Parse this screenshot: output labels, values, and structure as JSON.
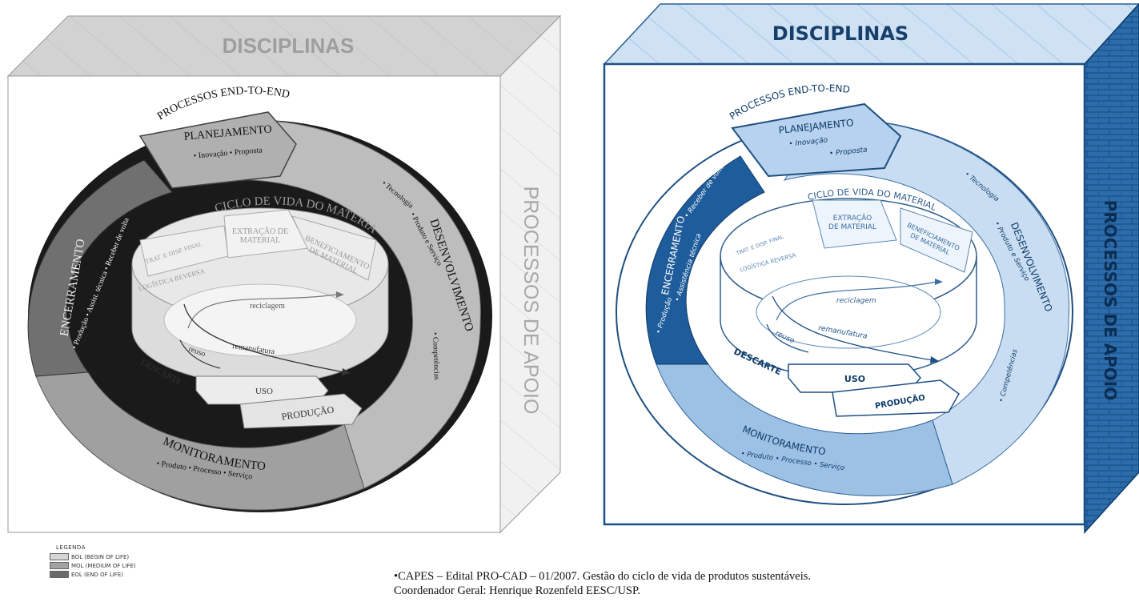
{
  "left": {
    "disciplinas": "DISCIPLINAS",
    "processos_apoio": "PROCESSOS DE APOIO",
    "end_to_end": "PROCESSOS END-TO-END",
    "planejamento": {
      "title": "PLANEJAMENTO",
      "items": "• Inovação • Proposta"
    },
    "desenvolvimento": {
      "title": "DESENVOLVIMENTO",
      "item1": "• Tecnologia",
      "item2": "• Produto e Serviço",
      "item3": "• Competências"
    },
    "encerramento": {
      "title": "ENCERRAMENTO",
      "items": "• Produção • Assist. técnica • Receber de volta"
    },
    "monitoramento": {
      "title": "MONITORAMENTO",
      "items": "• Produto   • Processo   • Serviço"
    },
    "ciclo": "CICLO DE VIDA DO MATERIAL",
    "extracao": [
      "EXTRAÇÃO DE",
      "MATERIAL"
    ],
    "beneficiamento": [
      "BENEFICIAMENTO",
      "DE MATERIAL"
    ],
    "trat": "TRAT. E DISP. FINAL",
    "logistica": "LOGÍSTICA REVERSA",
    "reciclagem": "reciclagem",
    "reuso": "reuso",
    "remanufatura": "remanufatura",
    "descarte": "DESCARTE",
    "uso": "USO",
    "producao": "PRODUÇÃO"
  },
  "right": {
    "disciplinas": "DISCIPLINAS",
    "processos_apoio": "PROCESSOS DE APOIO",
    "end_to_end": "PROCESSOS END-TO-END",
    "planejamento": {
      "title": "PLANEJAMENTO",
      "item1": "• Inovação",
      "item2": "• Proposta"
    },
    "desenvolvimento": {
      "title": "DESENVOLVIMENTO",
      "item1": "• Tecnologia",
      "item2": "• Produto e Serviço",
      "item3": "• Competências"
    },
    "encerramento": {
      "title": "ENCERRAMENTO",
      "item1": "• Produção",
      "item2": "• Assistência técnica",
      "item3": "• Receber de volta"
    },
    "monitoramento": {
      "title": "MONITORAMENTO",
      "items": "• Produto   • Processo   • Serviço"
    },
    "ciclo": "CICLO DE VIDA DO MATERIAL",
    "extracao": [
      "EXTRAÇÃO",
      "DE MATERIAL"
    ],
    "beneficiamento": [
      "BENEFICIAMENTO",
      "DE MATERIAL"
    ],
    "trat": "TRAT. E DISP. FINAL",
    "logistica": "LOGÍSTICA REVERSA",
    "reciclagem": "reciclagem",
    "reuso": "reuso",
    "remanufatura": "remanufatura",
    "descarte": "DESCARTE",
    "uso": "USO",
    "producao": "PRODUÇÃO"
  },
  "legend": {
    "title": "LEGENDA",
    "items": [
      {
        "label": "BOL (BEGIN OF LIFE)",
        "color": "#d6d6d6"
      },
      {
        "label": "MOL (MEDIUM OF LIFE)",
        "color": "#a3a3a3"
      },
      {
        "label": "EOL (END OF LIFE)",
        "color": "#6a6a6a"
      }
    ]
  },
  "credit": {
    "line1": "•CAPES – Edital PRO-CAD – 01/2007. Gestão do ciclo de vida de produtos sustentáveis.",
    "line2": "Coordenador Geral: Henrique Rozenfeld EESC/USP."
  },
  "colors": {
    "bol_gray": "#d6d6d6",
    "mol_gray": "#a3a3a3",
    "eol_gray": "#6a6a6a",
    "blue_light": "#c5dcf0",
    "blue_mid": "#8fb7dd",
    "blue_dark": "#1f5f9e"
  }
}
